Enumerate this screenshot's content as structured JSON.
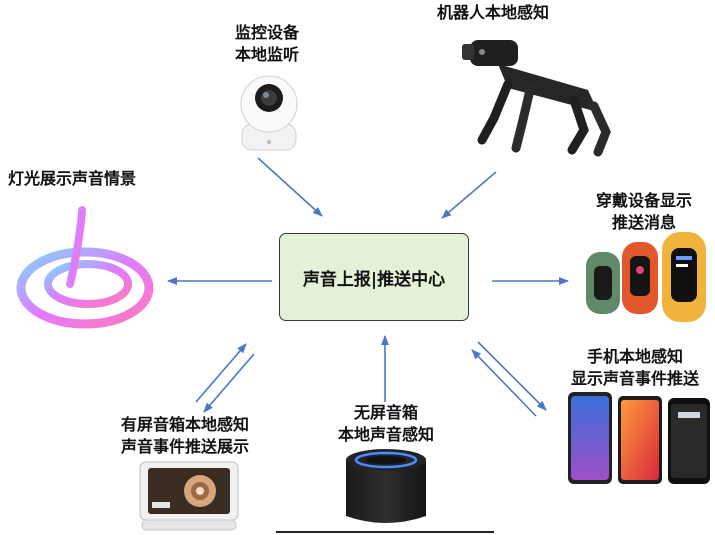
{
  "hub": {
    "label": "声音上报|推送中心"
  },
  "nodes": {
    "camera": {
      "line1": "监控设备",
      "line2": "本地监听",
      "icon": "security-camera-icon"
    },
    "robot": {
      "line1": "机器人本地感知",
      "icon": "robot-dog-icon"
    },
    "light": {
      "line1": "灯光展示声音情景",
      "icon": "led-strip-icon"
    },
    "wearable": {
      "line1": "穿戴设备显示",
      "line2": "推送消息",
      "icon": "smart-band-icon"
    },
    "phone": {
      "line1": "手机本地感知",
      "line2": "显示声音事件推送",
      "icon": "smartphone-icon"
    },
    "screen_speaker": {
      "line1": "有屏音箱本地感知",
      "line2": "声音事件推送展示",
      "icon": "smart-display-icon"
    },
    "speaker": {
      "line1": "无屏音箱",
      "line2": "本地声音感知",
      "icon": "smart-speaker-icon"
    }
  },
  "colors": {
    "arrow": "#4a78c4",
    "hub_fill": "#e3f1d7",
    "hub_border": "#3a3a3a"
  }
}
